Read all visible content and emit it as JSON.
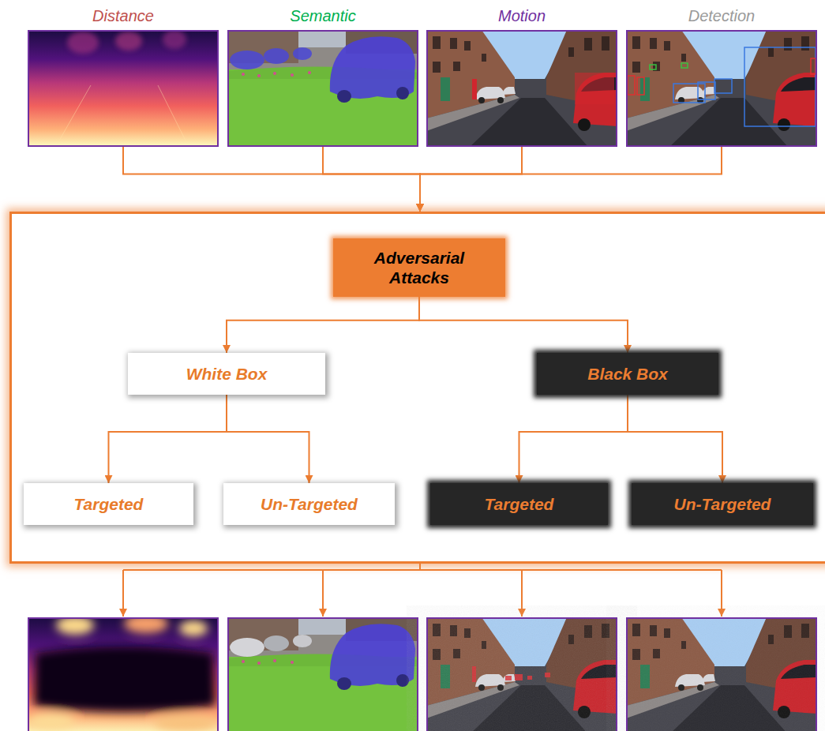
{
  "diagram": {
    "nodes": [
      {
        "text": [
          "Distance"
        ]
      },
      {
        "text": [
          "Semantic"
        ]
      },
      {
        "text": [
          "Motion"
        ]
      },
      {
        "text": [
          "Detection"
        ]
      },
      {
        "text": []
      },
      {
        "text": [
          "Adversarial Attacks"
        ],
        "in": 4
      },
      {
        "text": [
          "White Box"
        ],
        "in": 4
      },
      {
        "text": [
          "Black Box"
        ],
        "in": 4
      },
      {
        "text": [
          "Targeted"
        ],
        "in": 4
      },
      {
        "text": [
          "Un-Targeted"
        ],
        "in": 4
      },
      {
        "text": [
          "Targeted"
        ],
        "in": 4
      },
      {
        "text": [
          "Un-Targeted"
        ],
        "in": 4
      }
    ],
    "edges": [
      {
        "from": 0,
        "to": 4,
        "arrow": "to"
      },
      {
        "from": 1,
        "to": 4,
        "arrow": "to"
      },
      {
        "from": 2,
        "to": 4,
        "arrow": "to"
      },
      {
        "from": 3,
        "to": 4,
        "arrow": "to"
      },
      {
        "from": 5,
        "to": 6,
        "arrow": "to"
      },
      {
        "from": 5,
        "to": 7,
        "arrow": "to"
      },
      {
        "from": 6,
        "to": 8,
        "arrow": "to"
      },
      {
        "from": 6,
        "to": 9,
        "arrow": "to"
      },
      {
        "from": 7,
        "to": 10,
        "arrow": "to"
      },
      {
        "from": 7,
        "to": 11,
        "arrow": "to"
      }
    ]
  }
}
